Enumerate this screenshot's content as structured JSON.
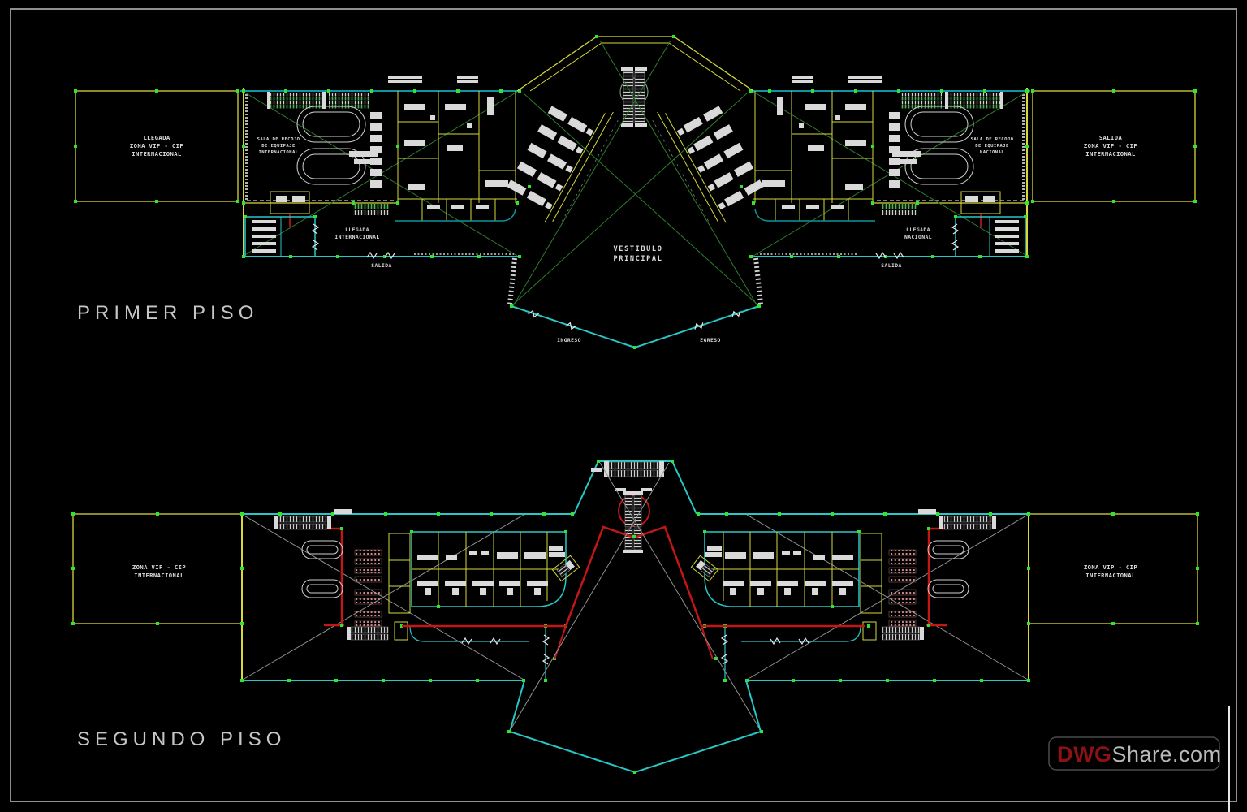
{
  "plans": {
    "first": {
      "title": "PRIMER PISO",
      "labels": {
        "vip_left_1": "LLEGADA",
        "vip_left_2": "ZONA VIP - CIP",
        "vip_left_3": "INTERNACIONAL",
        "vip_right_1": "SALIDA",
        "vip_right_2": "ZONA VIP - CIP",
        "vip_right_3": "INTERNACIONAL",
        "sala_left_1": "SALA DE RECOJO",
        "sala_left_2": "DE EQUIPAJE",
        "sala_left_3": "INTERNACIONAL",
        "sala_right_1": "SALA DE RECOJO",
        "sala_right_2": "DE EQUIPAJE",
        "sala_right_3": "NACIONAL",
        "llegada_left_1": "LLEGADA",
        "llegada_left_2": "INTERNACIONAL",
        "llegada_right_1": "LLEGADA",
        "llegada_right_2": "NACIONAL",
        "salida_left": "SALIDA",
        "salida_right": "SALIDA",
        "vestibulo_1": "VESTIBULO",
        "vestibulo_2": "PRINCIPAL",
        "ingreso": "INGRESO",
        "egreso": "EGRESO"
      }
    },
    "second": {
      "title": "SEGUNDO PISO",
      "labels": {
        "vip_left_1": "ZONA VIP - CIP",
        "vip_left_2": "INTERNACIONAL",
        "vip_right_1": "ZONA VIP - CIP",
        "vip_right_2": "INTERNACIONAL"
      }
    }
  },
  "watermark": {
    "brand_prefix": "DWG",
    "brand_suffix": "Share.com"
  },
  "colors": {
    "bg": "#000000",
    "frame": "#8f8f8f",
    "yellow": "#d8d83a",
    "cyan1": "#12939e",
    "cyan2": "#28c7c7",
    "green": "#2e7d2e",
    "marker": "#2ee62e",
    "gray": "#909090",
    "red": "#c41616",
    "wline": "#d9d9d9",
    "text": "#dcdcdc",
    "title": "#c6c6c6",
    "wmred": "#8e1212",
    "wmgray": "#b9b9b9",
    "wmborder": "#4a4a4a"
  }
}
